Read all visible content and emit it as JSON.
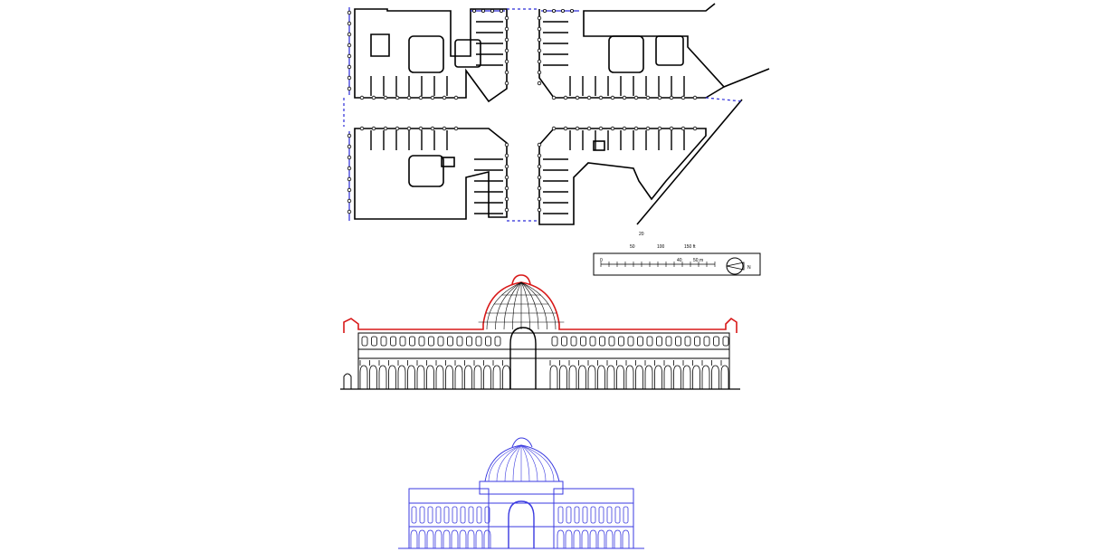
{
  "scale": {
    "ft_marks": [
      "50",
      "100",
      "150 ft"
    ],
    "top_mark": "20",
    "m_marks": [
      "0",
      "40",
      "50 m"
    ],
    "north": "N"
  },
  "colors": {
    "ink": "#000000",
    "blue": "#2a2ad8",
    "red": "#d81818",
    "elevation_blue": "#3a3ae0"
  }
}
